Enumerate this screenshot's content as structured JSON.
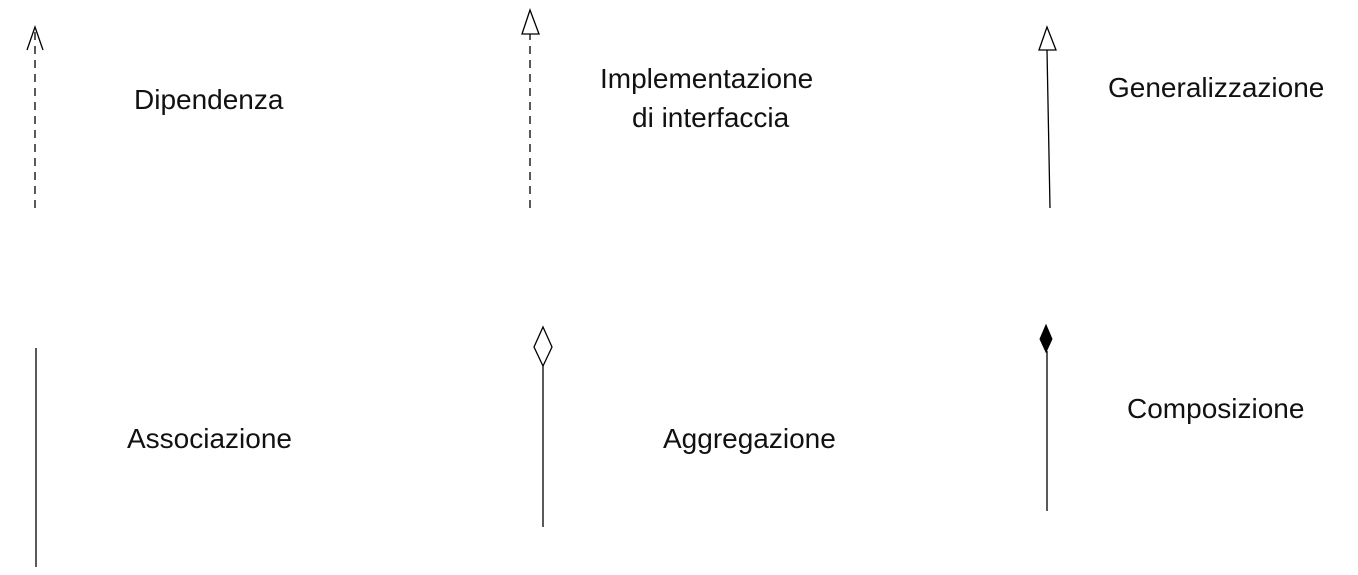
{
  "labels": {
    "dipendenza": "Dipendenza",
    "implementazione_line1": "Implementazione",
    "implementazione_line2": "di interfaccia",
    "generalizzazione": "Generalizzazione",
    "associazione": "Associazione",
    "aggregazione": "Aggregazione",
    "composizione": "Composizione"
  },
  "colors": {
    "stroke": "#000000",
    "text": "#111111",
    "background": "#ffffff"
  }
}
